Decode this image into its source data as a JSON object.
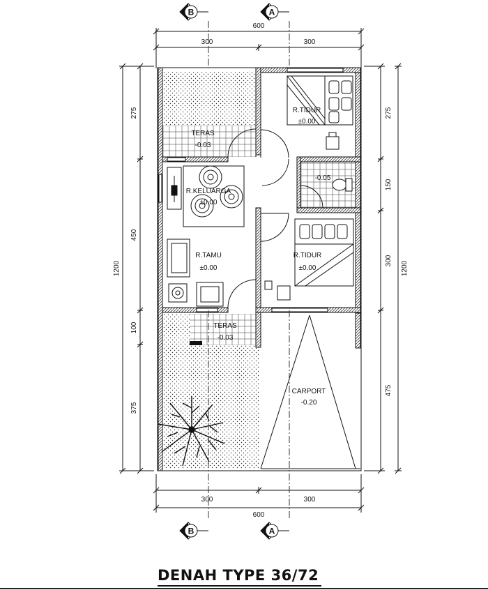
{
  "title": "DENAH TYPE 36/72",
  "section_markers": {
    "b": "B",
    "a": "A"
  },
  "dimensions": {
    "top_total": "600",
    "top_left": "300",
    "top_right": "300",
    "bottom_total": "600",
    "bottom_left": "300",
    "bottom_right": "300",
    "left_overall": "1200",
    "left_segments": [
      "275",
      "450",
      "100",
      "375"
    ],
    "right_overall": "1200",
    "right_segments": [
      "275",
      "150",
      "300",
      "475"
    ]
  },
  "rooms": {
    "teras_top": {
      "name": "TERAS",
      "level": "-0.03"
    },
    "bedroom_top": {
      "name": "R.TIDUR",
      "level": "±0.00"
    },
    "bathroom": {
      "name": "",
      "level": "-0.05"
    },
    "family_room": {
      "name": "R.KELUARGA",
      "level": "±0.00"
    },
    "living_room": {
      "name": "R.TAMU",
      "level": "±0.00"
    },
    "bedroom_bottom": {
      "name": "R.TIDUR",
      "level": "±0.00"
    },
    "teras_bottom": {
      "name": "TERAS",
      "level": "-0.03"
    },
    "carport": {
      "name": "CARPORT",
      "level": "-0.20"
    }
  }
}
